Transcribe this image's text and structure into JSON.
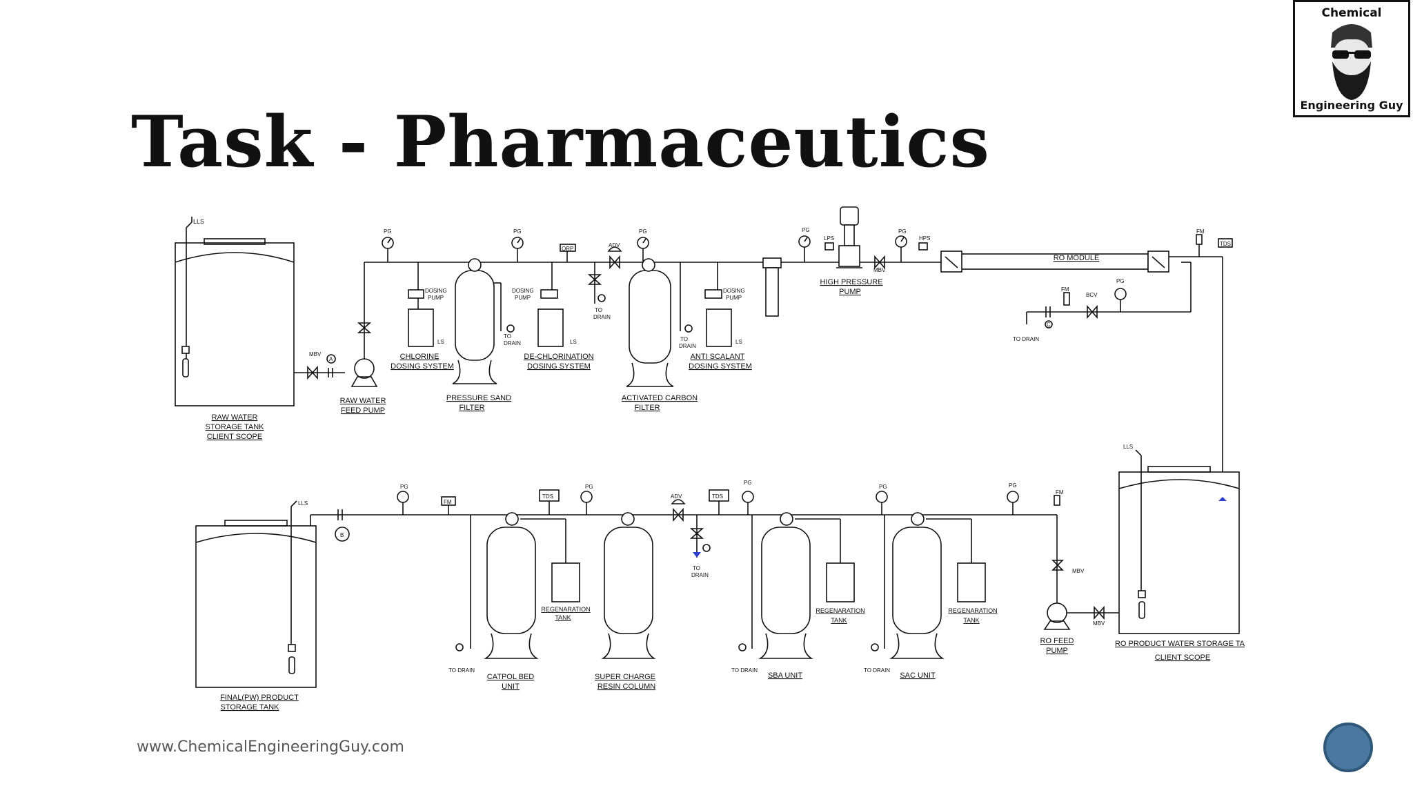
{
  "slide": {
    "title": "Task - Pharmaceutics",
    "website": "www.ChemicalEngineeringGuy.com"
  },
  "logo": {
    "line1": "Chemical",
    "line2": "Engineering Guy"
  },
  "equipment": {
    "raw_tank": [
      "RAW WATER",
      "STORAGE TANK",
      "CLIENT SCOPE"
    ],
    "raw_pump": [
      "RAW WATER",
      "FEED PUMP"
    ],
    "chlorine": [
      "CHLORINE",
      "DOSING SYSTEM"
    ],
    "psf": [
      "PRESSURE SAND",
      "FILTER"
    ],
    "dechlor": [
      "DE-CHLORINATION",
      "DOSING SYSTEM"
    ],
    "acf": [
      "ACTIVATED CARBON",
      "FILTER"
    ],
    "antiscalant": [
      "ANTI SCALANT",
      "DOSING SYSTEM"
    ],
    "hp_pump": [
      "HIGH PRESSURE",
      "PUMP"
    ],
    "ro_module": "RO MODULE",
    "ro_tank": [
      "RO PRODUCT WATER STORAGE TA",
      "CLIENT SCOPE"
    ],
    "ro_feed_pump": [
      "RO FEED",
      "PUMP"
    ],
    "sac": "SAC UNIT",
    "sba": "SBA UNIT",
    "super_charge": [
      "SUPER CHARGE",
      "RESIN COLUMN"
    ],
    "catpol": [
      "CATPOL BED",
      "UNIT"
    ],
    "final_tank": [
      "FINAL(PW) PRODUCT",
      "STORAGE TANK"
    ],
    "regen_tank": [
      "REGENARATION",
      "TANK"
    ]
  },
  "tags": {
    "pg": "PG",
    "lls": "LLS",
    "ls": "LS",
    "mbv": "MBV",
    "adv": "ADV",
    "orp": "ORP",
    "lps": "LPS",
    "hps": "HPS",
    "fm": "FM",
    "tds": "TDS",
    "bcv": "BCV",
    "dosing_pump": [
      "DOSING",
      "PUMP"
    ],
    "to_drain": "TO DRAIN",
    "to": "TO",
    "drain": "DRAIN",
    "a": "A",
    "b": "B",
    "c": "C"
  }
}
